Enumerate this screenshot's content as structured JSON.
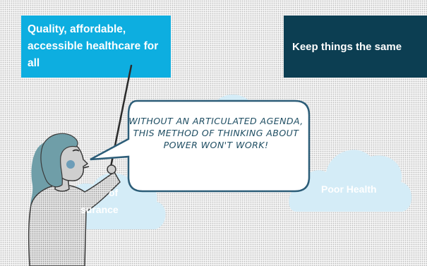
{
  "boxes": {
    "quality_text": "Quality, affordable, accessible healthcare for all",
    "same_text": "Keep things the same"
  },
  "clouds": {
    "poor_health": "Poor Health",
    "insurance_line1": "of",
    "insurance_line2": "surance"
  },
  "speech_bubble": {
    "text": "Without an articulated agenda, this method of thinking about power won't work!"
  },
  "colors": {
    "quality_box": "#0daee0",
    "same_box": "#0c3e52",
    "cloud": "#d4ecf7",
    "bubble_border": "#2c5d78",
    "bubble_fill": "#ffffff",
    "speech_text": "#1f4e63",
    "hair": "#6f9ea8",
    "skin": "#cfcfcf",
    "cheek": "#6d9db8",
    "outline": "#3a3a3a"
  },
  "icons": {
    "figure": "presenter-woman-with-pointer",
    "pointer": "pointer-stick"
  }
}
